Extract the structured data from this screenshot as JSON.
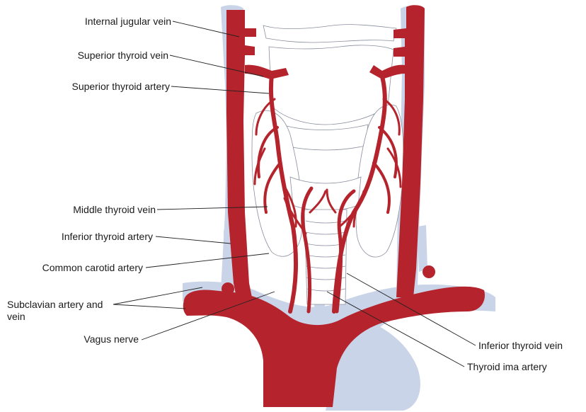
{
  "labels": {
    "internal_jugular_vein": "Internal jugular vein",
    "superior_thyroid_vein": "Superior thyroid vein",
    "superior_thyroid_artery": "Superior thyroid artery",
    "middle_thyroid_vein": "Middle thyroid vein",
    "inferior_thyroid_artery": "Inferior thyroid artery",
    "common_carotid_artery": "Common carotid artery",
    "subclavian_artery_and_vein": "Subclavian artery and vein",
    "vagus_nerve": "Vagus nerve",
    "inferior_thyroid_vein": "Inferior thyroid vein",
    "thyroid_ima_artery": "Thyroid ima artery"
  },
  "colors": {
    "artery": "#b5242c",
    "vein": "#c9d4e8",
    "outline": "#8a8f9e",
    "leader": "#222222"
  }
}
